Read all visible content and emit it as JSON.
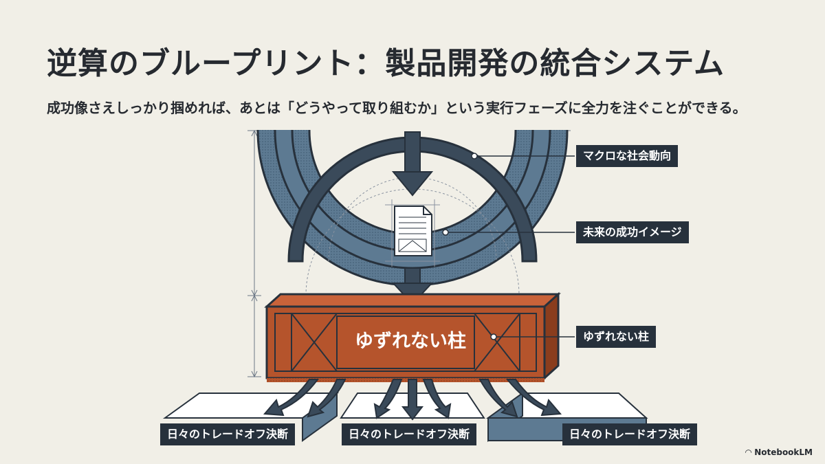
{
  "title": "逆算のブループリント：製品開発の統合システム",
  "subtitle": "成功像さえしっかり掴めれば、あとは「どうやって取り組むか」という実行フェーズに全力を注ぐことができる。",
  "labels": {
    "macro": "マクロな社会動向",
    "vision": "未来の成功イメージ",
    "pillar": "ゆずれない柱"
  },
  "pillar_text": "ゆずれない柱",
  "tradeoffs": [
    "日々のトレードオフ決断",
    "日々のトレードオフ決断",
    "日々のトレードオフ決断"
  ],
  "brand": "NotebookLM",
  "colors": {
    "background": "#f1efe7",
    "navy": "#27313c",
    "slate": "#5d7a92",
    "rust": "#b5542c",
    "paper": "#ffffff"
  }
}
